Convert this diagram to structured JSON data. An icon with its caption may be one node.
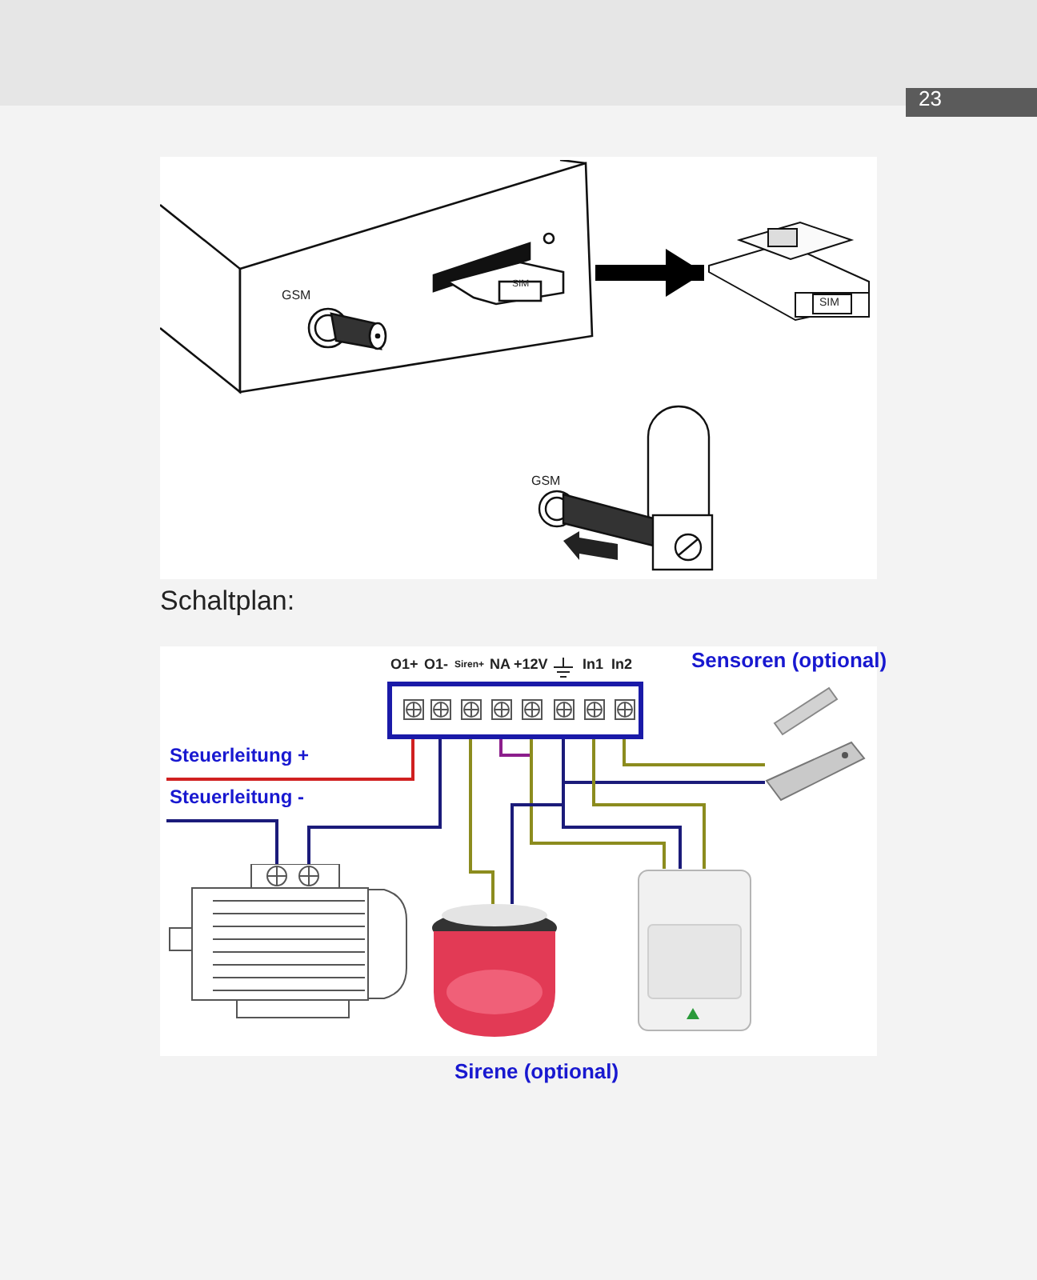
{
  "diagram": {
    "nodes": [
      {
        "text": [
          "GSM",
          "SIM"
        ]
      },
      {
        "text": [
          "SIM"
        ]
      },
      {
        "text": [
          "GSM"
        ]
      },
      {
        "text": [],
        "shape": "box"
      },
      {
        "text": [],
        "shape": "box",
        "in": 3
      },
      {
        "text": [],
        "shape": "box",
        "in": 3
      },
      {
        "text": [],
        "shape": "box",
        "in": 3
      },
      {
        "text": [],
        "shape": "box",
        "in": 3
      },
      {
        "text": [],
        "shape": "box",
        "in": 3
      },
      {
        "text": [],
        "shape": "box",
        "in": 3
      },
      {
        "text": [],
        "shape": "box",
        "in": 3
      },
      {
        "text": [],
        "shape": "box",
        "in": 3
      },
      {
        "text": [],
        "shape": "picture"
      },
      {
        "text": [],
        "shape": "picture",
        "beside": [
          "Sirene (optional)"
        ]
      },
      {
        "text": [],
        "shape": "picture"
      },
      {
        "text": [],
        "shape": "picture",
        "beside": [
          "Sensoren (optional)"
        ]
      },
      {
        "text": [],
        "shape": "picture"
      }
    ],
    "edges": [
      {
        "from": 0,
        "to": 1,
        "arrow": "to",
        "style": "thick",
        "color": "#000000"
      },
      {
        "from": 4,
        "to": null,
        "arrow": "none",
        "label": "Steuerleitung +",
        "color": "#d02020"
      },
      {
        "from": 5,
        "to": 12,
        "arrow": "none"
      },
      {
        "from": null,
        "to": 12,
        "arrow": "none",
        "label": "Steuerleitung -"
      },
      {
        "from": 6,
        "to": 13,
        "arrow": "none",
        "color": "#8c8c1e"
      },
      {
        "from": 7,
        "to": 8,
        "arrow": "none",
        "color": "#8c1e8c"
      },
      {
        "from": 8,
        "to": 14,
        "arrow": "none",
        "color": "#8c8c1e"
      },
      {
        "from": 9,
        "to": 16,
        "arrow": "none"
      },
      {
        "from": 9,
        "to": 13,
        "arrow": "none"
      },
      {
        "from": 9,
        "to": 14,
        "arrow": "none"
      },
      {
        "from": 10,
        "to": 14,
        "arrow": "none",
        "color": "#8c8c1e"
      },
      {
        "from": 11,
        "to": 16,
        "arrow": "none",
        "color": "#8c8c1e"
      }
    ],
    "labels": [
      "23",
      "Schaltplan:",
      "O1+",
      "O1-",
      "Siren+",
      "NA",
      "+12V",
      "In1",
      "In2"
    ]
  }
}
